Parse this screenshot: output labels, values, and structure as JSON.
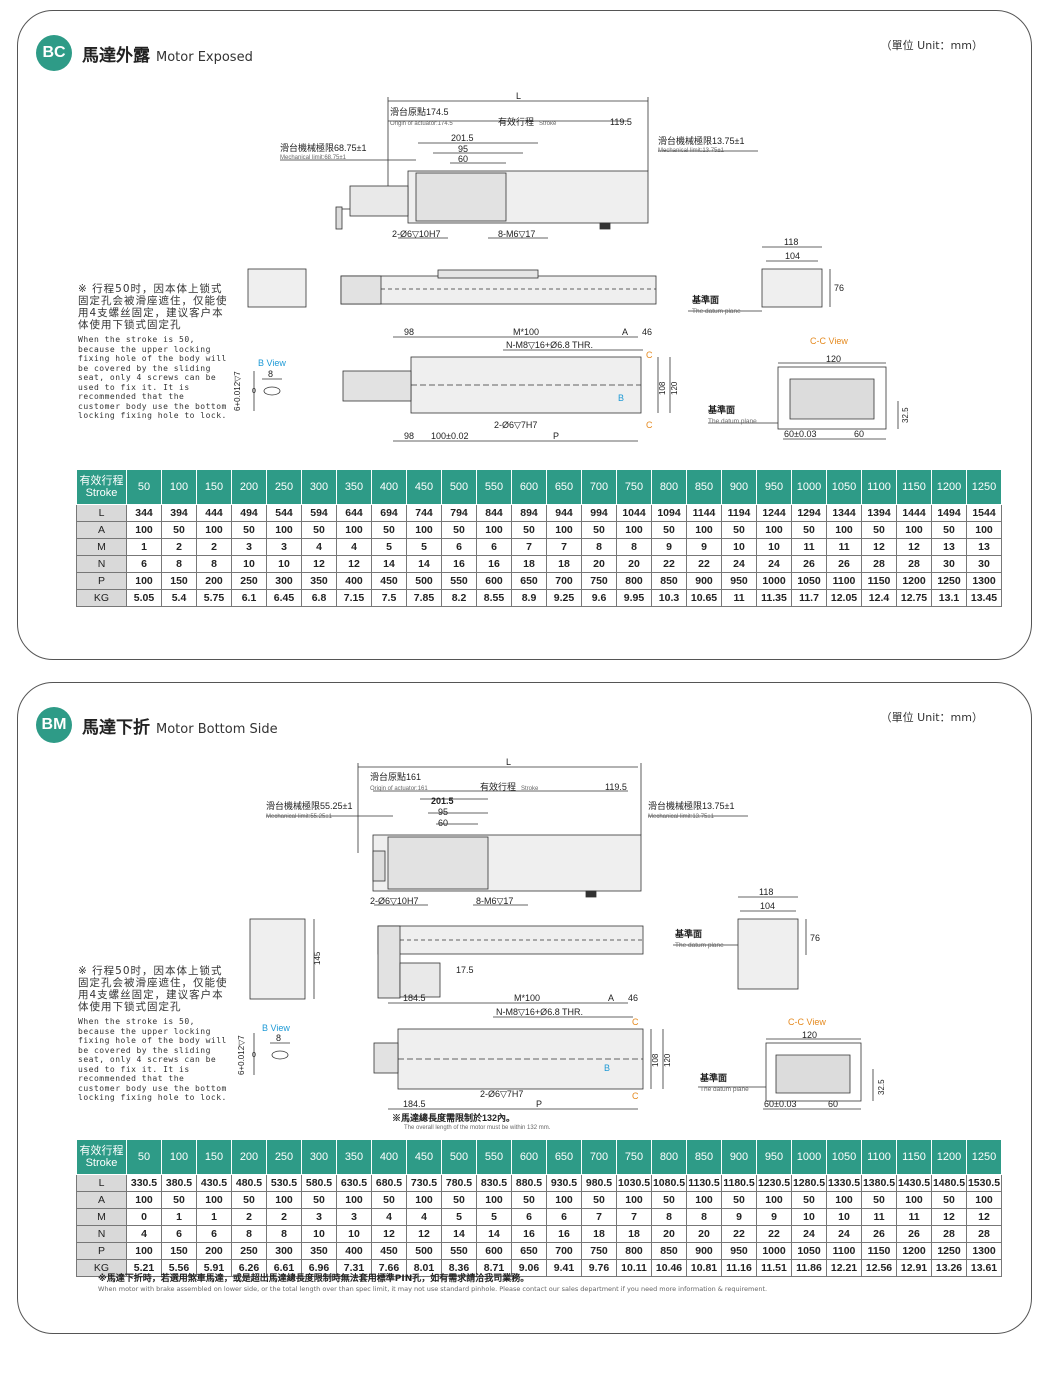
{
  "unit_label": "（單位 Unit：mm）",
  "note": {
    "zh": "※ 行程50时，因本体上锁式固定孔会被滑座遮住，仅能使用4支螺丝固定，建议客户本体使用下锁式固定孔",
    "en": "When the stroke is 50, because the upper locking fixing hole of the body will be covered by the sliding seat, only 4 screws can be used to fix it. It is recommended that the customer body use the bottom locking fixing hole to lock."
  },
  "bc": {
    "badge": "BC",
    "title_zh": "馬達外露",
    "title_en": "Motor Exposed",
    "labels": {
      "L": "L",
      "origin_zh": "滑台原點174.5",
      "origin_en": "Origin of actuator:174.5",
      "stroke_zh": "有效行程",
      "stroke_en": "Stroke",
      "dim_1195": "119.5",
      "dim_2015": "201.5",
      "dim_95": "95",
      "dim_60": "60",
      "mech_left_zh": "滑台機械極限68.75±1",
      "mech_left_en": "Mechanical limit:68.75±1",
      "mech_right_zh": "滑台機械極限13.75±1",
      "mech_right_en": "Mechanical limit:13.75±1",
      "hole_a": "2-Ø6▽10H7",
      "hole_b": "8-M6▽17",
      "dim_118": "118",
      "dim_104": "104",
      "dim_76": "76",
      "datum_zh": "基準面",
      "datum_en": "The datum plane",
      "dim_98": "98",
      "m100": "M*100",
      "a": "A",
      "dim_46": "46",
      "n_holes": "N-M8▽16+Ø6.8 THR.",
      "c": "C",
      "b": "B",
      "dim_108": "108",
      "dim_120": "120",
      "hole_c": "2-Ø6▽7H7",
      "p": "P",
      "dim_98b": "98",
      "dim_100": "100±0.02",
      "bview": "B View",
      "bview_8": "8",
      "bview_tol": "6+0.012▽7",
      "bview_0": "0",
      "ccview": "C-C View",
      "cc_120": "120",
      "cc_32": "32.5",
      "cc_60a": "60±0.03",
      "cc_60b": "60"
    },
    "table": {
      "header_zh": "有效行程",
      "header_en": "Stroke",
      "strokes": [
        "50",
        "100",
        "150",
        "200",
        "250",
        "300",
        "350",
        "400",
        "450",
        "500",
        "550",
        "600",
        "650",
        "700",
        "750",
        "800",
        "850",
        "900",
        "950",
        "1000",
        "1050",
        "1100",
        "1150",
        "1200",
        "1250"
      ],
      "rows": [
        {
          "label": "L",
          "values": [
            "344",
            "394",
            "444",
            "494",
            "544",
            "594",
            "644",
            "694",
            "744",
            "794",
            "844",
            "894",
            "944",
            "994",
            "1044",
            "1094",
            "1144",
            "1194",
            "1244",
            "1294",
            "1344",
            "1394",
            "1444",
            "1494",
            "1544"
          ]
        },
        {
          "label": "A",
          "values": [
            "100",
            "50",
            "100",
            "50",
            "100",
            "50",
            "100",
            "50",
            "100",
            "50",
            "100",
            "50",
            "100",
            "50",
            "100",
            "50",
            "100",
            "50",
            "100",
            "50",
            "100",
            "50",
            "100",
            "50",
            "100"
          ]
        },
        {
          "label": "M",
          "values": [
            "1",
            "2",
            "2",
            "3",
            "3",
            "4",
            "4",
            "5",
            "5",
            "6",
            "6",
            "7",
            "7",
            "8",
            "8",
            "9",
            "9",
            "10",
            "10",
            "11",
            "11",
            "12",
            "12",
            "13",
            "13"
          ]
        },
        {
          "label": "N",
          "values": [
            "6",
            "8",
            "8",
            "10",
            "10",
            "12",
            "12",
            "14",
            "14",
            "16",
            "16",
            "18",
            "18",
            "20",
            "20",
            "22",
            "22",
            "24",
            "24",
            "26",
            "26",
            "28",
            "28",
            "30",
            "30"
          ]
        },
        {
          "label": "P",
          "values": [
            "100",
            "150",
            "200",
            "250",
            "300",
            "350",
            "400",
            "450",
            "500",
            "550",
            "600",
            "650",
            "700",
            "750",
            "800",
            "850",
            "900",
            "950",
            "1000",
            "1050",
            "1100",
            "1150",
            "1200",
            "1250",
            "1300"
          ]
        },
        {
          "label": "KG",
          "values": [
            "5.05",
            "5.4",
            "5.75",
            "6.1",
            "6.45",
            "6.8",
            "7.15",
            "7.5",
            "7.85",
            "8.2",
            "8.55",
            "8.9",
            "9.25",
            "9.6",
            "9.95",
            "10.3",
            "10.65",
            "11",
            "11.35",
            "11.7",
            "12.05",
            "12.4",
            "12.75",
            "13.1",
            "13.45"
          ]
        }
      ]
    }
  },
  "bm": {
    "badge": "BM",
    "title_zh": "馬達下折",
    "title_en": "Motor Bottom Side",
    "labels": {
      "L": "L",
      "origin_zh": "滑台原點161",
      "origin_en": "Origin of actuator:161",
      "stroke_zh": "有效行程",
      "stroke_en": "Stroke",
      "dim_1195": "119.5",
      "dim_2015": "201.5",
      "dim_95": "95",
      "dim_60": "60",
      "mech_left_zh": "滑台機械極限55.25±1",
      "mech_left_en": "Mechanical limit:55.25±1",
      "mech_right_zh": "滑台機械極限13.75±1",
      "mech_right_en": "Mechanical limit:13.75±1",
      "hole_a": "2-Ø6▽10H7",
      "hole_b": "8-M6▽17",
      "dim_118": "118",
      "dim_104": "104",
      "dim_76": "76",
      "dim_145": "145",
      "dim_175": "17.5",
      "datum_zh": "基準面",
      "datum_en": "The datum plane",
      "dim_1845": "184.5",
      "m100": "M*100",
      "a": "A",
      "dim_46": "46",
      "n_holes": "N-M8▽16+Ø6.8 THR.",
      "c": "C",
      "b": "B",
      "dim_108": "108",
      "dim_120": "120",
      "hole_c": "2-Ø6▽7H7",
      "p": "P",
      "dim_1845b": "184.5",
      "motor_note_zh": "※馬達總長度需限制於132內。",
      "motor_note_en": "The overall length of the motor must be within 132 mm.",
      "bview": "B View",
      "bview_8": "8",
      "bview_tol": "6+0.012▽7",
      "bview_0": "0",
      "ccview": "C-C View",
      "cc_120": "120",
      "cc_32": "32.5",
      "cc_60a": "60±0.03",
      "cc_60b": "60"
    },
    "table": {
      "header_zh": "有效行程",
      "header_en": "Stroke",
      "strokes": [
        "50",
        "100",
        "150",
        "200",
        "250",
        "300",
        "350",
        "400",
        "450",
        "500",
        "550",
        "600",
        "650",
        "700",
        "750",
        "800",
        "850",
        "900",
        "950",
        "1000",
        "1050",
        "1100",
        "1150",
        "1200",
        "1250"
      ],
      "rows": [
        {
          "label": "L",
          "values": [
            "330.5",
            "380.5",
            "430.5",
            "480.5",
            "530.5",
            "580.5",
            "630.5",
            "680.5",
            "730.5",
            "780.5",
            "830.5",
            "880.5",
            "930.5",
            "980.5",
            "1030.5",
            "1080.5",
            "1130.5",
            "1180.5",
            "1230.5",
            "1280.5",
            "1330.5",
            "1380.5",
            "1430.5",
            "1480.5",
            "1530.5"
          ]
        },
        {
          "label": "A",
          "values": [
            "100",
            "50",
            "100",
            "50",
            "100",
            "50",
            "100",
            "50",
            "100",
            "50",
            "100",
            "50",
            "100",
            "50",
            "100",
            "50",
            "100",
            "50",
            "100",
            "50",
            "100",
            "50",
            "100",
            "50",
            "100"
          ]
        },
        {
          "label": "M",
          "values": [
            "0",
            "1",
            "1",
            "2",
            "2",
            "3",
            "3",
            "4",
            "4",
            "5",
            "5",
            "6",
            "6",
            "7",
            "7",
            "8",
            "8",
            "9",
            "9",
            "10",
            "10",
            "11",
            "11",
            "12",
            "12"
          ]
        },
        {
          "label": "N",
          "values": [
            "4",
            "6",
            "6",
            "8",
            "8",
            "10",
            "10",
            "12",
            "12",
            "14",
            "14",
            "16",
            "16",
            "18",
            "18",
            "20",
            "20",
            "22",
            "22",
            "24",
            "24",
            "26",
            "26",
            "28",
            "28"
          ]
        },
        {
          "label": "P",
          "values": [
            "100",
            "150",
            "200",
            "250",
            "300",
            "350",
            "400",
            "450",
            "500",
            "550",
            "600",
            "650",
            "700",
            "750",
            "800",
            "850",
            "900",
            "950",
            "1000",
            "1050",
            "1100",
            "1150",
            "1200",
            "1250",
            "1300"
          ]
        },
        {
          "label": "KG",
          "values": [
            "5.21",
            "5.56",
            "5.91",
            "6.26",
            "6.61",
            "6.96",
            "7.31",
            "7.66",
            "8.01",
            "8.36",
            "8.71",
            "9.06",
            "9.41",
            "9.76",
            "10.11",
            "10.46",
            "10.81",
            "11.16",
            "11.51",
            "11.86",
            "12.21",
            "12.56",
            "12.91",
            "13.26",
            "13.61"
          ]
        }
      ]
    },
    "footnote_zh": "※馬達下折時，若選用煞車馬達，或是超出馬達總長度限制時無法套用標準PIN孔，如有需求請洽我司業務。",
    "footnote_en": "When motor with brake assembled on lower side, or the total length over than spec limit, it may not use standard pinhole. Please contact our sales department if you need more information & requirement."
  },
  "colors": {
    "accent": "#2e9b87",
    "blue_label": "#1e9ad6",
    "orange_label": "#e58a1f"
  }
}
